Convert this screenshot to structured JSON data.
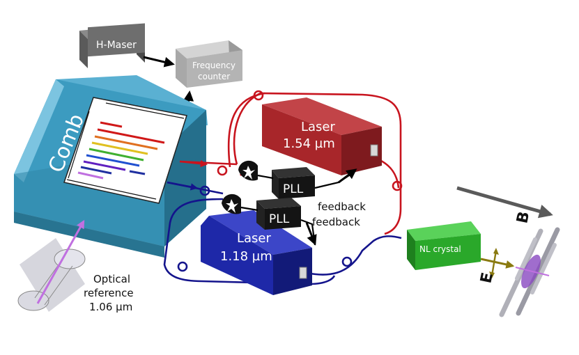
{
  "boxes": {
    "h_maser": "H-Maser",
    "frequency_counter_line1": "Frequency",
    "frequency_counter_line2": "counter",
    "comb": "Comb",
    "laser_red_line1": "Laser",
    "laser_red_line2": "1.54 µm",
    "laser_blue_line1": "Laser",
    "laser_blue_line2": "1.18 µm",
    "pll_top": "PLL",
    "pll_bottom": "PLL",
    "nl_crystal": "NL crystal"
  },
  "labels": {
    "feedback_top": "feedback",
    "feedback_bottom": "feedback",
    "optical_reference_line1": "Optical",
    "optical_reference_line2": "reference",
    "optical_reference_line3": "1.06 µm",
    "field_b": "B",
    "field_e": "E"
  },
  "colors": {
    "red_fiber": "#c8141e",
    "blue_fiber": "#14148c",
    "comb_blue": "#3c9bc0",
    "laser_red": "#a8262a",
    "laser_blue": "#1e28a8",
    "nl_green": "#2aa82a",
    "pll_black": "#141414",
    "maser_gray": "#6e6e6e",
    "counter_gray": "#b4b4b4"
  }
}
